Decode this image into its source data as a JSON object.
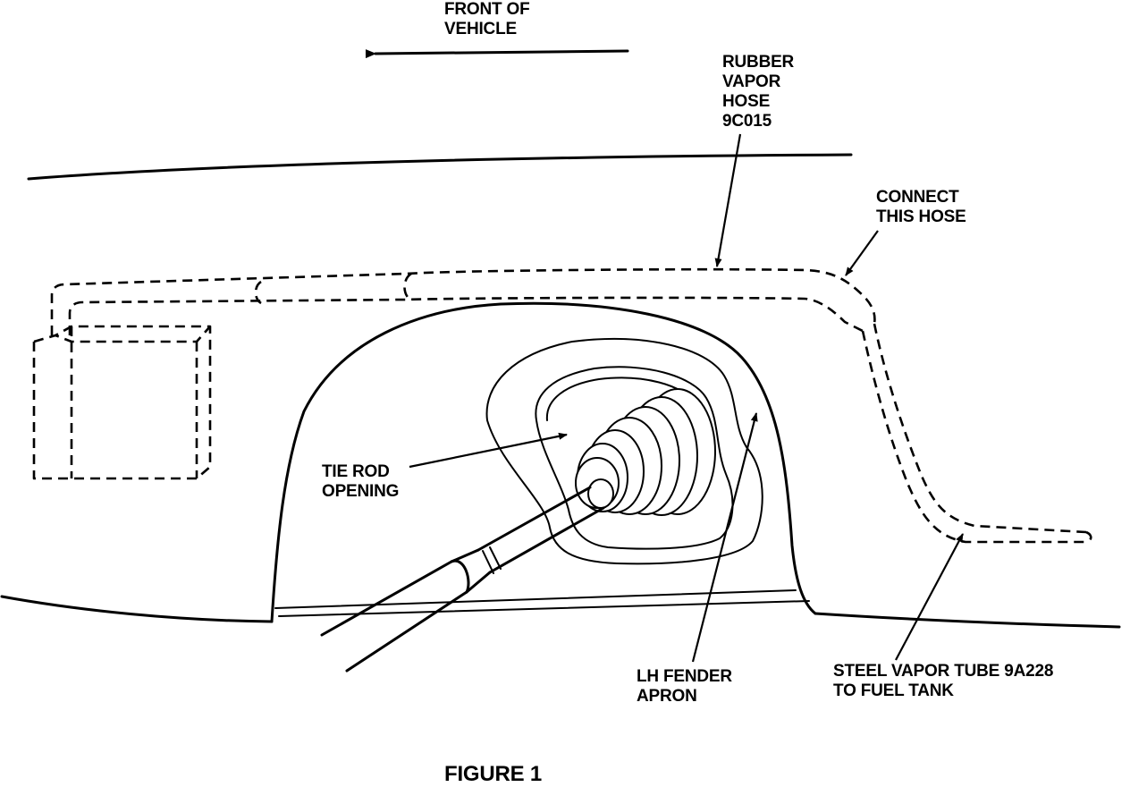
{
  "labels": {
    "front_of_vehicle": [
      "FRONT OF",
      "VEHICLE"
    ],
    "rubber_vapor_hose": [
      "RUBBER",
      "VAPOR",
      "HOSE",
      "9C015"
    ],
    "connect_this_hose": [
      "CONNECT",
      "THIS HOSE"
    ],
    "tie_rod_opening": [
      "TIE ROD",
      "OPENING"
    ],
    "lh_fender_apron": [
      "LH FENDER",
      "APRON"
    ],
    "steel_vapor_tube": [
      "STEEL VAPOR TUBE 9A228",
      "TO FUEL TANK"
    ]
  },
  "caption": "FIGURE 1"
}
